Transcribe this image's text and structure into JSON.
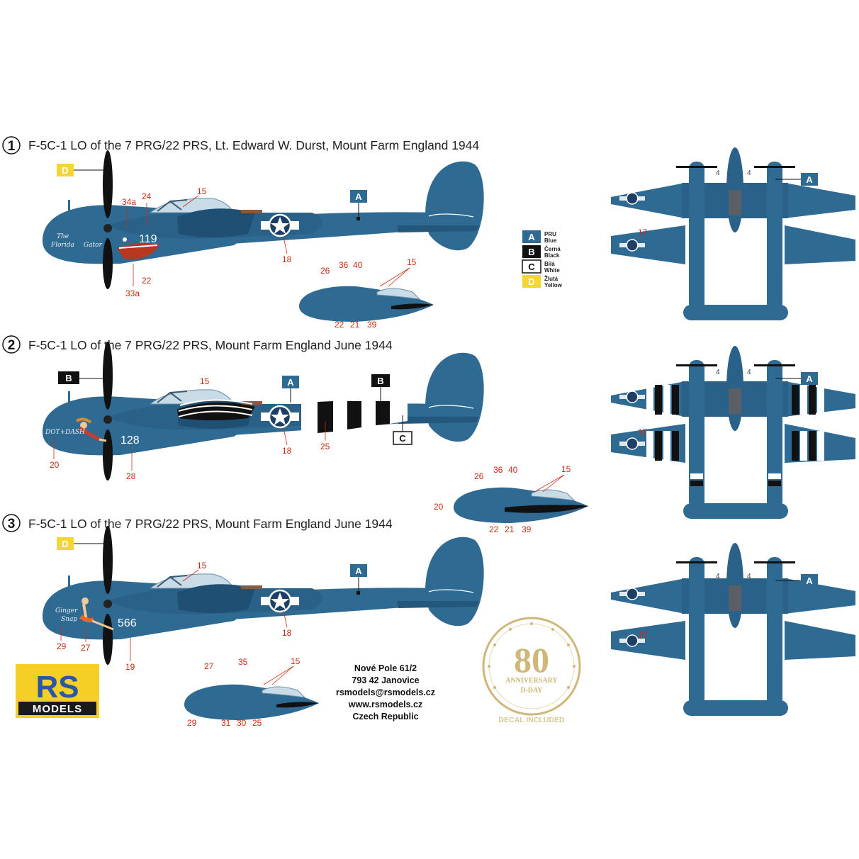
{
  "colors": {
    "pru_blue": "#2f6a92",
    "pru_blue_dark": "#1f4f73",
    "accent_red": "#cc2b12",
    "yellow_box": "#f3d631",
    "badge_gold": "#cfb77a",
    "rs_blue": "#2a57a6",
    "rs_yellow": "#f6cf26"
  },
  "profiles": [
    {
      "number": "1",
      "title": "F-5C-1 LO of the 7 PRG/22 PRS, Lt. Edward W. Durst, Mount Farm England 1944",
      "tail_number": "119",
      "nose_art_line1": "The",
      "nose_art_line2": "Florida",
      "nose_art_line3": "Gator",
      "box_nose": "D",
      "box_fuselage": "A",
      "callouts": {
        "c34a": "34a",
        "c24": "24",
        "c15": "15",
        "c18": "18",
        "c22": "22",
        "c33a": "33a"
      },
      "detail_callouts": {
        "c26": "26",
        "c36": "36",
        "c40": "40",
        "c15": "15",
        "c22": "22",
        "c21": "21",
        "c39": "39"
      },
      "plan_callouts": {
        "c4a": "4",
        "c4b": "4",
        "c17": "17"
      },
      "plan_box": "A"
    },
    {
      "number": "2",
      "title": "F-5C-1 LO of the 7 PRG/22 PRS, Mount Farm England June 1944",
      "tail_number": "128",
      "nose_art_line1": "DOT+DASH",
      "box_nose": "B",
      "box_fuselage": "A",
      "box_stripes": "B",
      "box_tail": "C",
      "callouts": {
        "c15": "15",
        "c20": "20",
        "c28": "28",
        "c18": "18",
        "c25": "25"
      },
      "detail_callouts": {
        "c26": "26",
        "c36": "36",
        "c40": "40",
        "c15": "15",
        "c20": "20",
        "c22": "22",
        "c21": "21",
        "c39": "39"
      },
      "plan_callouts": {
        "c4a": "4",
        "c4b": "4",
        "c17": "17"
      },
      "plan_box": "A"
    },
    {
      "number": "3",
      "title": "F-5C-1 LO of the 7 PRG/22 PRS, Mount Farm England June 1944",
      "tail_number": "566",
      "nose_art_line1": "Ginger",
      "nose_art_line2": "Snap",
      "box_nose": "D",
      "box_fuselage": "A",
      "callouts": {
        "c15": "15",
        "c18": "18",
        "c29": "29",
        "c27": "27",
        "c19": "19"
      },
      "detail_callouts": {
        "c27": "27",
        "c35": "35",
        "c15": "15",
        "c29": "29",
        "c31": "31",
        "c30": "30",
        "c25": "25"
      },
      "plan_callouts": {
        "c4a": "4",
        "c4b": "4",
        "c17": "17"
      },
      "plan_box": "A"
    }
  ],
  "legend": [
    {
      "letter": "A",
      "line1": "PRU",
      "line2": "Blue",
      "bg": "#2f6a92",
      "fg": "#ffffff"
    },
    {
      "letter": "B",
      "line1": "Černá",
      "line2": "Black",
      "bg": "#111111",
      "fg": "#ffffff"
    },
    {
      "letter": "C",
      "line1": "Bílá",
      "line2": "White",
      "bg": "#ffffff",
      "fg": "#111111"
    },
    {
      "letter": "D",
      "line1": "Žlutá",
      "line2": "Yellow",
      "bg": "#f3d631",
      "fg": "#ffffff"
    }
  ],
  "address": [
    "Nové Pole 61/2",
    "793 42 Janovice",
    "rsmodels@rsmodels.cz",
    "www.rsmodels.cz",
    "Czech Republic"
  ],
  "badge": {
    "number": "80",
    "line1": "ANNIVERSARY",
    "line2": "D-DAY",
    "caption": "DECAL INCLUDED"
  },
  "logo": {
    "top": "RS",
    "bottom": "MODELS"
  }
}
